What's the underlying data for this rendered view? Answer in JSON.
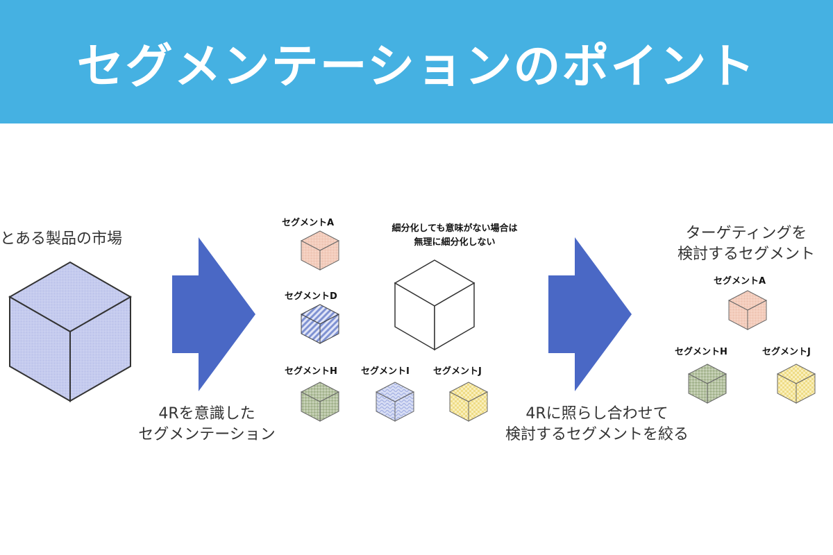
{
  "title": "セグメンテーションのポイント",
  "market_label": "とある製品の市場",
  "step1_caption": [
    "4Rを意識した",
    "セグメンテーション"
  ],
  "step2_caption": [
    "4Rに照らし合わせて",
    "検討するセグメントを絞る"
  ],
  "segments": {
    "a": "セグメントA",
    "d": "セグメントD",
    "h": "セグメントH",
    "i": "セグメントI",
    "j": "セグメントJ"
  },
  "note": [
    "細分化しても意味がない場合は",
    "無理に細分化しない"
  ],
  "target_heading": [
    "ターゲティングを",
    "検討するセグメント"
  ],
  "colors": {
    "banner": "#45b1e2",
    "arrow": "#4a68c5",
    "market_cube": "#c5cbee",
    "seg_a": "#f3cdbd",
    "seg_d": "#8f9fd8",
    "seg_h": "#b5c3a2",
    "seg_i": "#bdc7ec",
    "seg_j": "#f7eaa5"
  }
}
